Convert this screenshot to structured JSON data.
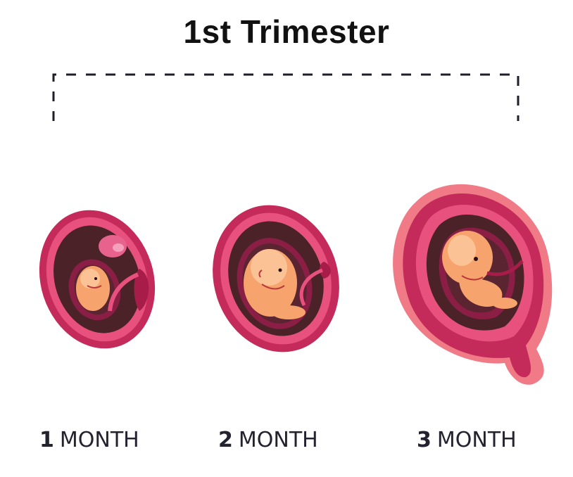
{
  "title": "1st Trimester",
  "colors": {
    "outer_wall": "#c42a5a",
    "inner_wall": "#e8517e",
    "cavity": "#4a2228",
    "sac": "#8b1e45",
    "embryo": "#f7a36e",
    "embryo_light": "#fbc295",
    "bracket": "#1e1e2a",
    "label": "#23222f"
  },
  "stages": [
    {
      "number": "1",
      "unit": "MONTH"
    },
    {
      "number": "2",
      "unit": "MONTH"
    },
    {
      "number": "3",
      "unit": "MONTH"
    }
  ]
}
